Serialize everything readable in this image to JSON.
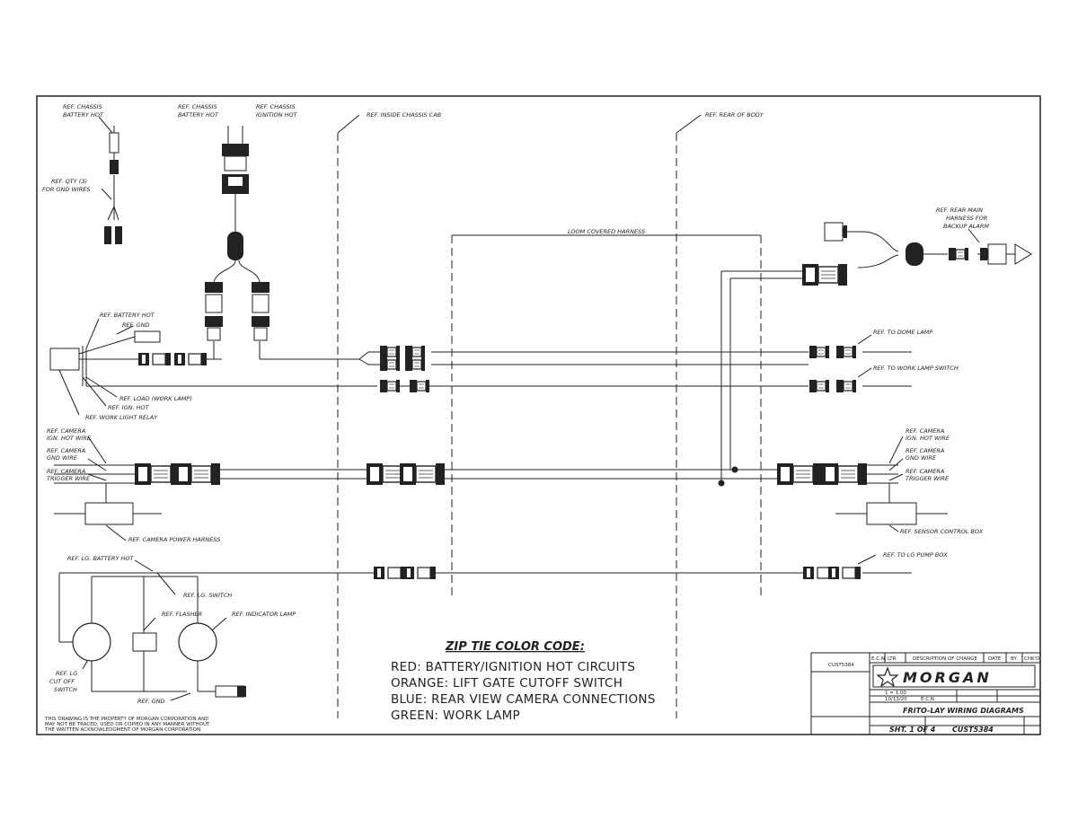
{
  "labels": {
    "chassis_batt_hot_left": [
      "REF. CHASSIS",
      "BATTERY HOT"
    ],
    "chassis_batt_hot_mid": [
      "REF. CHASSIS",
      "BATTERY HOT"
    ],
    "chassis_ign_hot": [
      "REF. CHASSIS",
      "IGNITION HOT"
    ],
    "qty_gnd": [
      "REF. QTY (3)",
      "FOR GND WIRES"
    ],
    "inside_cab": "REF. INSIDE CHASSIS CAB",
    "rear_body": "REF. REAR OF BODY",
    "loom": "LOOM COVERED HARNESS",
    "rear_main": [
      "REF. REAR MAIN",
      "HARNESS FOR",
      "BACKUP ALARM"
    ],
    "battery_hot": "REF. BATTERY HOT",
    "gnd": "REF. GND",
    "load": "REF. LOAD (WORK LAMP)",
    "ign_hot": "REF. IGN. HOT",
    "work_light_relay": "REF. WORK LIGHT RELAY",
    "dome_lamp": "REF. TO DOME LAMP",
    "work_lamp_switch": "REF. TO WORK LAMP SWITCH",
    "cam_ign_left": [
      "REF. CAMERA",
      "IGN. HOT WIRE"
    ],
    "cam_gnd_left": [
      "REF. CAMERA",
      "GND WIRE"
    ],
    "cam_trig_left": [
      "REF. CAMERA",
      "TRIGGER WIRE"
    ],
    "cam_ign_right": [
      "REF. CAMERA",
      "IGN. HOT WIRE"
    ],
    "cam_gnd_right": [
      "REF. CAMERA",
      "GND WIRE"
    ],
    "cam_trig_right": [
      "REF. CAMERA",
      "TRIGGER WIRE"
    ],
    "cam_power": "REF. CAMERA POWER HARNESS",
    "sensor_box": "REF. SENSOR CONTROL BOX",
    "lg_batt": "REF. LG. BATTERY HOT",
    "lg_pump": "REF. TO LG PUMP BOX",
    "lg_switch": "REF. LG. SWITCH",
    "flasher": "REF. FLASHER",
    "indicator": "REF. INDICATOR LAMP",
    "lg_cutoff": [
      "REF. LG",
      "CUT OFF",
      "SWITCH"
    ],
    "gnd_bottom": "REF. GND"
  },
  "legend": {
    "title": "ZIP TIE COLOR CODE:",
    "lines": [
      "RED: BATTERY/IGNITION HOT CIRCUITS",
      "ORANGE: LIFT GATE CUTOFF SWITCH",
      "BLUE: REAR VIEW CAMERA CONNECTIONS",
      "GREEN: WORK LAMP"
    ]
  },
  "proprietary_note": [
    "THIS DRAWING IS THE PROPERTY OF MORGAN CORPORATION AND",
    "MAY NOT BE TRACED, USED OR COPIED IN ANY MANNER WITHOUT",
    "THE WRITTEN ACKNOWLEDGMENT OF MORGAN CORPORATION."
  ],
  "title_block": {
    "revision_header": {
      "ecn": "E.C.N.",
      "ltr": "LTR",
      "description": "DESCRIPTION OF CHANGE",
      "date": "DATE",
      "by": "BY",
      "chkd": "CHK'D"
    },
    "part_number_top": "CUST5384",
    "logo": "MORGAN",
    "scale": "1 = 1.00",
    "date": "10/13/20",
    "ecn_label": "E.C.N.",
    "title": "FRITO-LAY WIRING DIAGRAMS",
    "sheet": "SHT. 1 OF 4",
    "drawing_number": "CUST5384"
  }
}
